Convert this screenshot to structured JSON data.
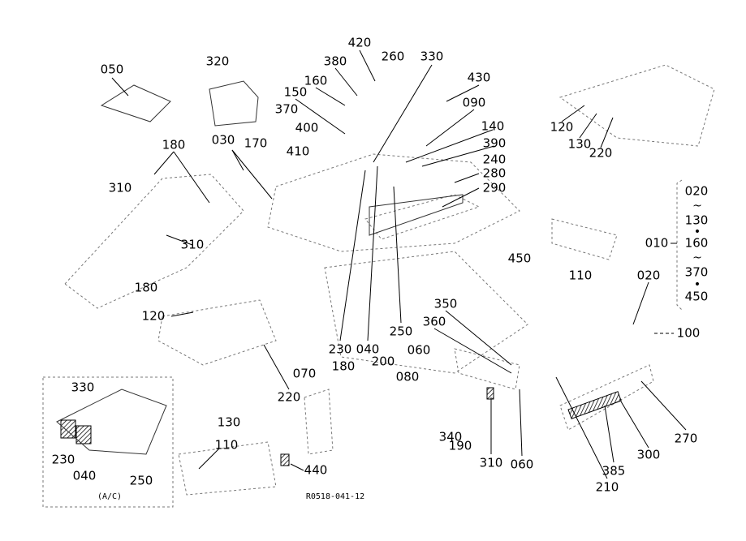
{
  "diagram": {
    "drawing_code": "R0518-041-12",
    "inset_label": "(A/C)",
    "assembly": {
      "label": "010",
      "range_items": [
        "020",
        "~",
        "130",
        "•",
        "160",
        "~",
        "370",
        "•",
        "450"
      ]
    },
    "callouts": [
      "050",
      "320",
      "420",
      "260",
      "330",
      "380",
      "160",
      "430",
      "150",
      "090",
      "370",
      "400",
      "140",
      "030",
      "170",
      "180",
      "390",
      "410",
      "240",
      "280",
      "290",
      "310",
      "310",
      "450",
      "110",
      "020",
      "180",
      "350",
      "120",
      "360",
      "100",
      "230",
      "040",
      "250",
      "060",
      "180",
      "200",
      "070",
      "080",
      "220",
      "130",
      "340",
      "190",
      "310",
      "060",
      "270",
      "300",
      "385",
      "210",
      "110",
      "440",
      "120",
      "130",
      "220"
    ],
    "inset_callouts": [
      "330",
      "230",
      "040",
      "250"
    ]
  }
}
